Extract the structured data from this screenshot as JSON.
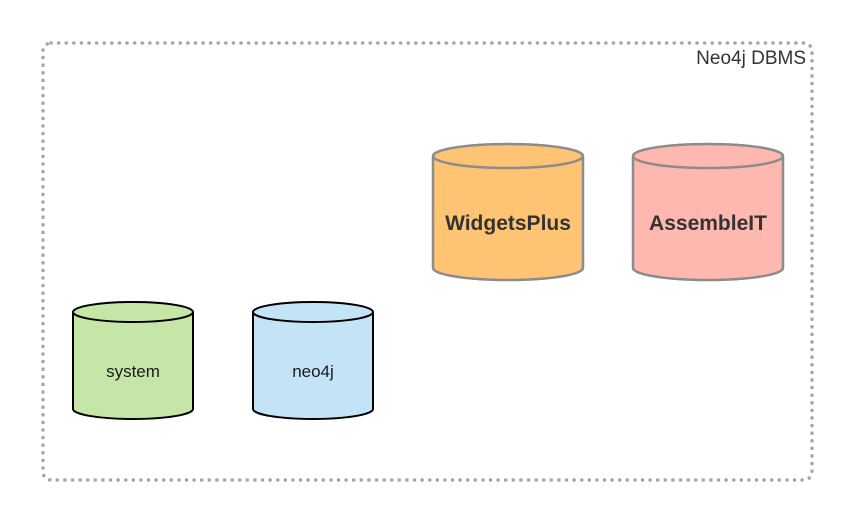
{
  "container": {
    "title": "Neo4j DBMS"
  },
  "databases": [
    {
      "name": "system",
      "fill": "#c5e6a6",
      "stroke": "#000000",
      "bold": false
    },
    {
      "name": "neo4j",
      "fill": "#c3e3f7",
      "stroke": "#000000",
      "bold": false
    },
    {
      "name": "WidgetsPlus",
      "fill": "#ffc374",
      "stroke": "#8c8c8c",
      "bold": true
    },
    {
      "name": "AssembleIT",
      "fill": "#ffb8b0",
      "stroke": "#8c8c8c",
      "bold": true
    }
  ],
  "colors": {
    "container_border": "#a6a6a6",
    "text": "#333333"
  }
}
